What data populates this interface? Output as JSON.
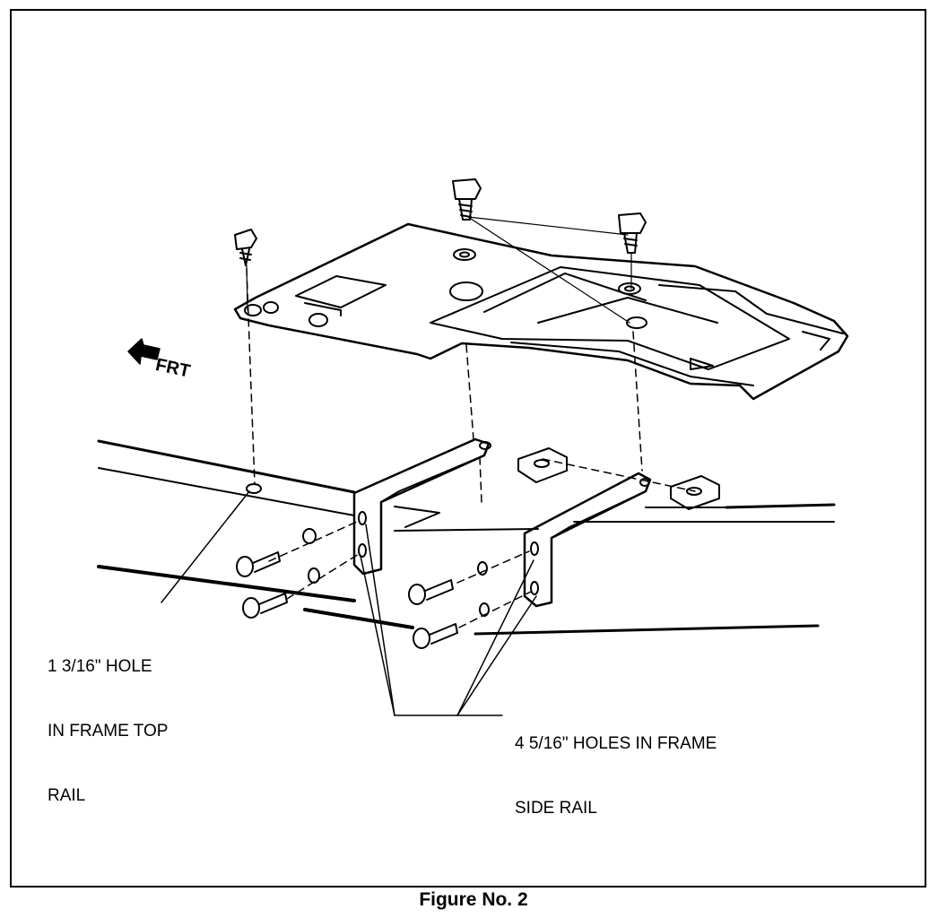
{
  "figure": {
    "caption": "Figure No. 2",
    "direction_label": "FRT",
    "callouts": {
      "top_rail_hole": [
        "1 3/16\" HOLE",
        "IN FRAME TOP",
        "RAIL"
      ],
      "side_rail_holes": [
        "4 5/16\" HOLES IN FRAME",
        "SIDE RAIL"
      ]
    }
  }
}
